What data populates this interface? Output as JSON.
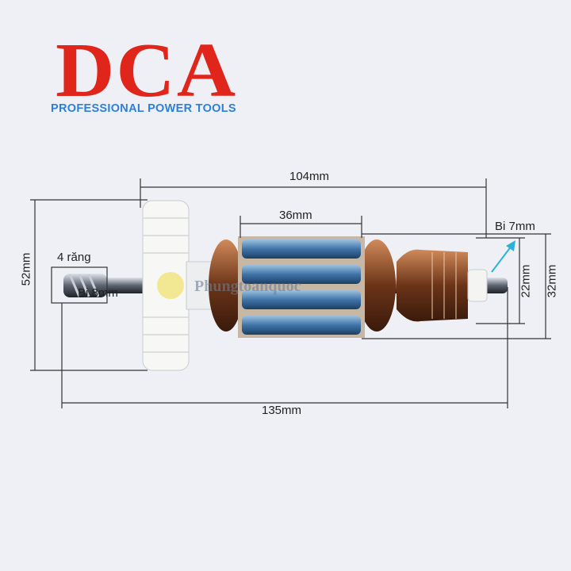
{
  "brand": {
    "name": "DCA",
    "tagline": "PROFESSIONAL POWER TOOLS"
  },
  "watermark": "Phungtoanquoc",
  "dimensions": {
    "overall_length": "135mm",
    "body_length": "104mm",
    "core_length": "36mm",
    "fan_diameter": "52mm",
    "core_diameter": "32mm",
    "commutator_diameter": "22mm",
    "front_bearing": "Bi 8mm",
    "rear_bearing": "Bi 7mm",
    "gear_teeth": "4 răng"
  },
  "colors": {
    "brand_red": "#e0261b",
    "tagline_blue": "#2f7fd8",
    "arrow": "#2bb3d6"
  }
}
